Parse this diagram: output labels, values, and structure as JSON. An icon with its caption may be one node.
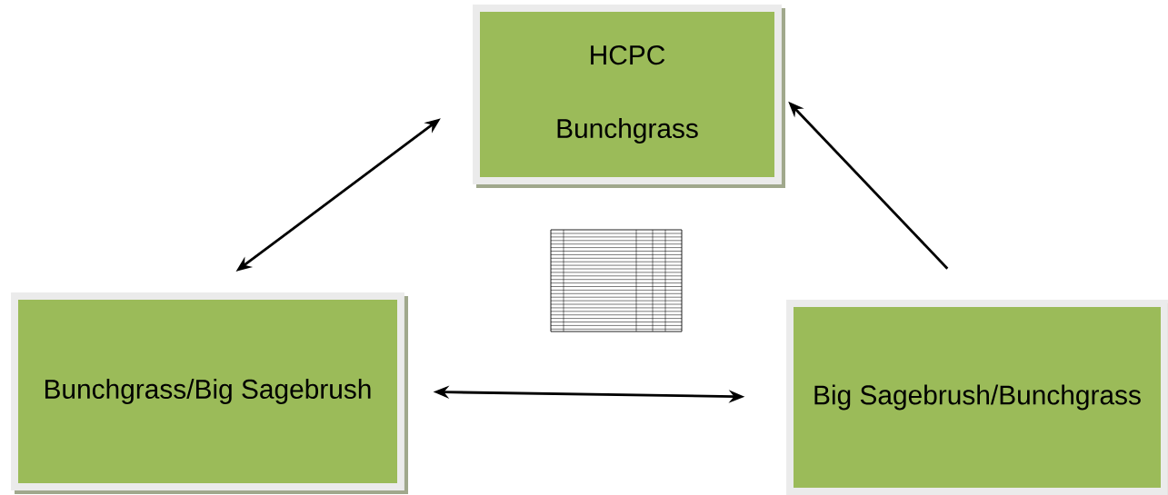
{
  "diagram": {
    "nodes": [
      {
        "text": [
          "HCPC",
          "Bunchgrass"
        ]
      },
      {
        "text": [
          "Bunchgrass/Big Sagebrush"
        ]
      },
      {
        "text": [
          "Big Sagebrush/Bunchgrass"
        ]
      }
    ],
    "edges": [
      {
        "from": 0,
        "to": 1,
        "arrow": "both"
      },
      {
        "from": 2,
        "to": 0,
        "arrow": "to"
      },
      {
        "from": 1,
        "to": 2,
        "arrow": "both"
      }
    ]
  }
}
